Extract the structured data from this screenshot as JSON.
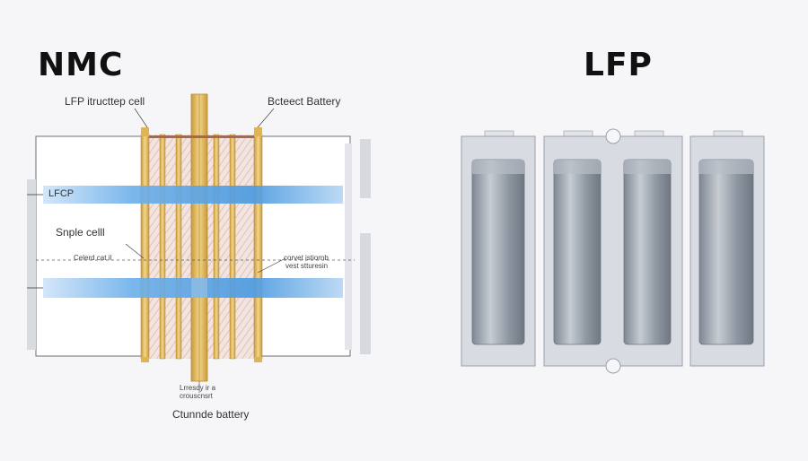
{
  "nmc": {
    "title": "NMC",
    "label_top_left": "LFP itructtep cell",
    "label_top_right": "Bcteect Battery",
    "label_band": "LFCP",
    "label_single_cell": "Snple celll",
    "label_dashed_left": "Celerd cat il",
    "label_right_line1": "corvet istiornb",
    "label_right_line2": "vest stturesin",
    "label_bottom_small_line1": "Lrresdy ir a",
    "label_bottom_small_line2": "crouscnsrt",
    "label_bottom": "Ctunnde battery"
  },
  "lfp": {
    "title": "LFP"
  },
  "colors": {
    "background": "#f6f6f8",
    "blue_band": "#4d9be0",
    "gold": "#e7c067",
    "cell_body": "#d5d9df",
    "cell_roll": "#9ba3ad"
  }
}
